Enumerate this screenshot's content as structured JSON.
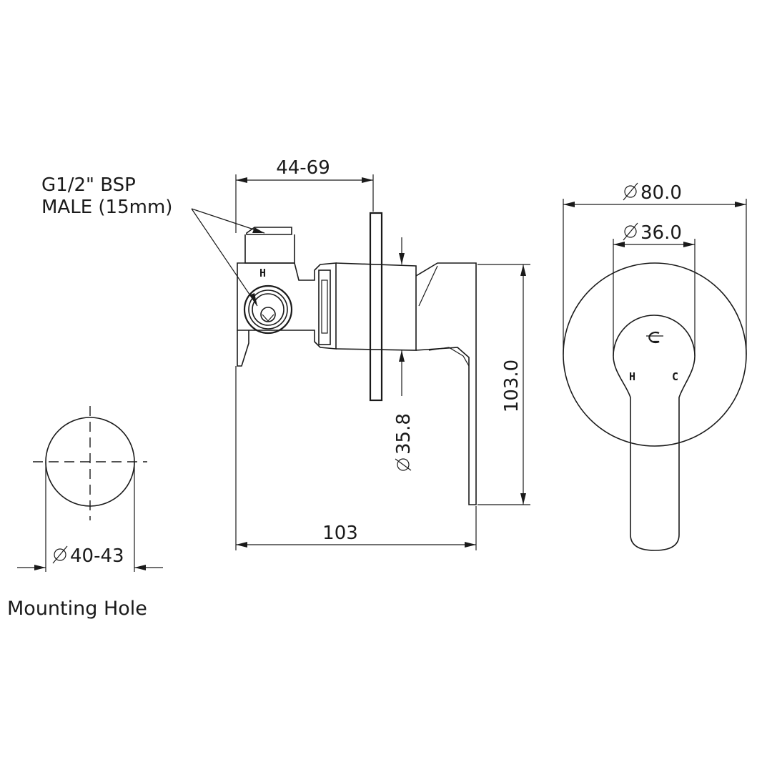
{
  "note": {
    "line1": "G1/2\" BSP",
    "line2": "MALE  (15mm)"
  },
  "dimensions": {
    "wall_depth": "44-69",
    "outer_diameter": "80.0",
    "lever_hub_diameter": "36.0",
    "body_diameter": "35.8",
    "height": "103.0",
    "width": "103",
    "hole_diameter": "40-43"
  },
  "markings": {
    "hot": "H",
    "cold": "C"
  },
  "captions": {
    "mounting_hole": "Mounting Hole"
  }
}
